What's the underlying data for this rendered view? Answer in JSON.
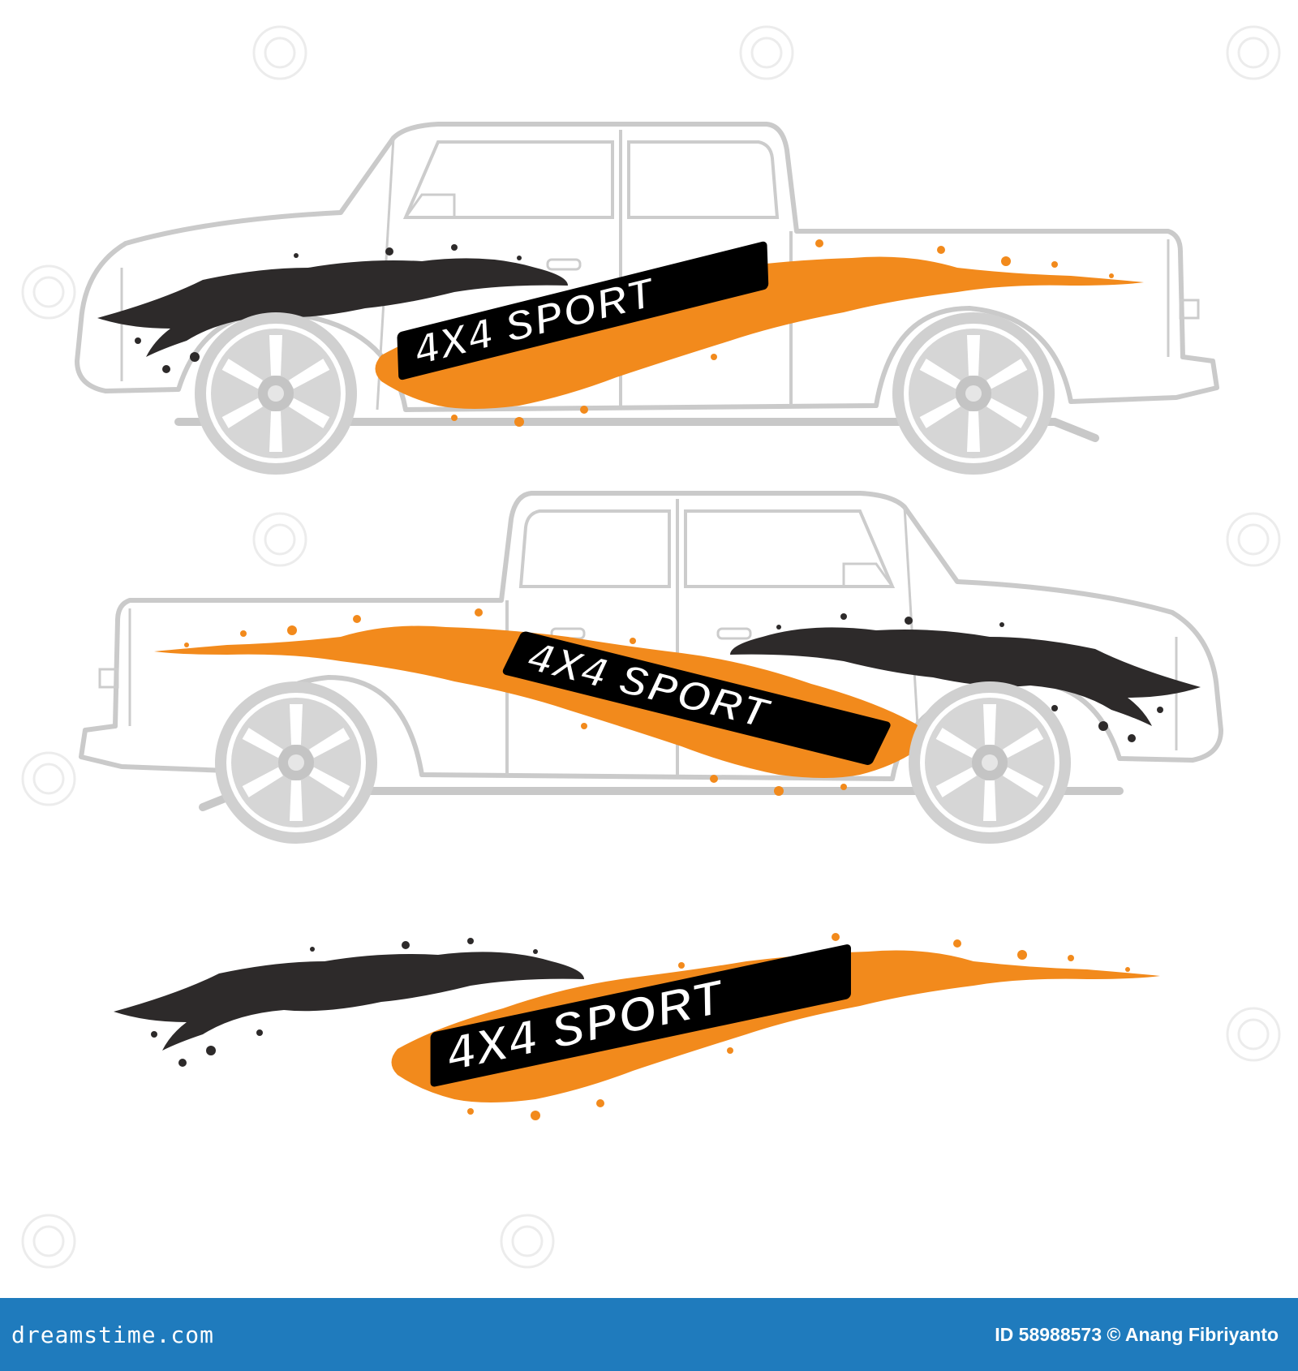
{
  "decal": {
    "text": "4X4 SPORT",
    "colors": {
      "splash_primary": "#f28a1c",
      "splash_secondary": "#2d2a2a",
      "truck_outline": "#c8c8c8",
      "wheel_fill": "#d6d6d6",
      "text_fill": "#ffffff",
      "text_stroke": "#000000"
    }
  },
  "views": [
    {
      "name": "truck-left-facing",
      "decal_text": "4X4 SPORT"
    },
    {
      "name": "truck-right-facing",
      "decal_text": "4X4 SPORT"
    },
    {
      "name": "standalone-decal",
      "decal_text": "4X4 SPORT"
    }
  ],
  "watermark": {
    "brand": "dreamstime.com",
    "stock_id": "ID 58988573 © Anang Fibriyanto",
    "bar_color": "#1f7bbd"
  }
}
